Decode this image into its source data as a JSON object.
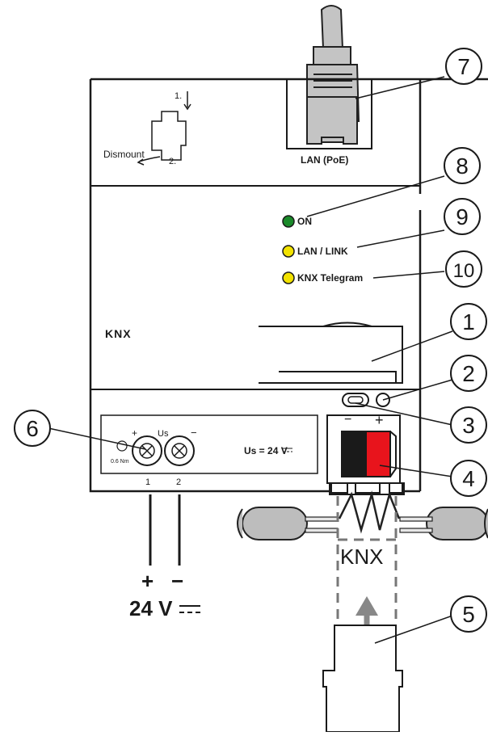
{
  "device": {
    "lan_label": "LAN (PoE)",
    "dismount_label": "Dismount",
    "step1": "1.",
    "step2": "2.",
    "knx_logo": "KNX",
    "torque": "0.6 Nm",
    "us_label": "Us",
    "us_value": "Us = 24 V",
    "term_plus": "+",
    "term_minus": "−",
    "term1": "1",
    "term2": "2",
    "knx_minus": "−",
    "knx_plus": "+"
  },
  "leds": [
    {
      "label": "ON",
      "color": "#1a8a2a"
    },
    {
      "label": "LAN / LINK",
      "color": "#f2e200"
    },
    {
      "label": "KNX Telegram",
      "color": "#f2e200"
    }
  ],
  "callouts": [
    "1",
    "2",
    "3",
    "4",
    "5",
    "6",
    "7",
    "8",
    "9",
    "10"
  ],
  "supply": {
    "plus": "+",
    "minus": "−",
    "voltage": "24 V"
  },
  "bus_label": "KNX",
  "colors": {
    "red_terminal": "#e8141c",
    "dark_terminal": "#1a1a1a",
    "cable": "#b8b8b8"
  }
}
